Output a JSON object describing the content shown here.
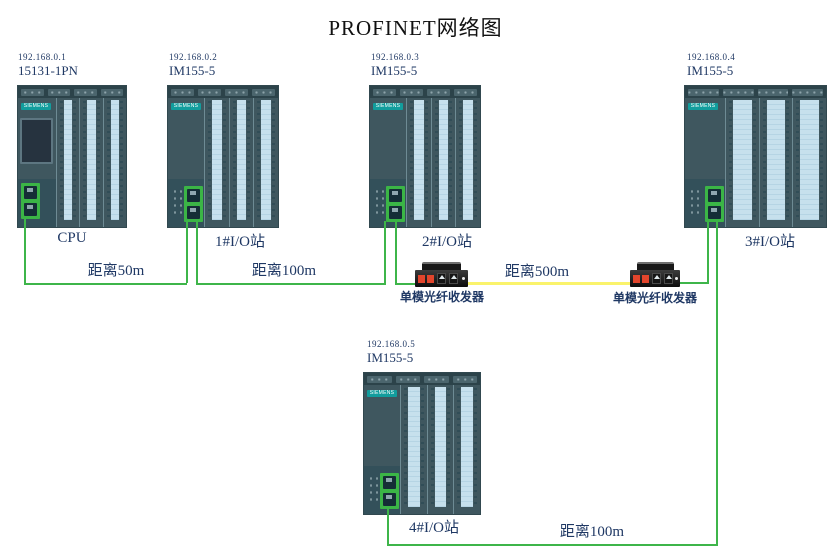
{
  "title": "PROFINET网络图",
  "colors": {
    "line_green": "#3eb54a",
    "line_yellow": "#faf36b",
    "label_navy": "#1f3864",
    "siemens_teal": "#129d9d",
    "port_green": "#3bb546",
    "fiber_port_red": "#e2452c"
  },
  "devices": [
    {
      "ip": "192.168.0.1",
      "model": "15131-1PN",
      "label": "CPU",
      "brand": "SIEMENS"
    },
    {
      "ip": "192.168.0.2",
      "model": "IM155-5",
      "label": "1#I/O站",
      "brand": "SIEMENS"
    },
    {
      "ip": "192.168.0.3",
      "model": "IM155-5",
      "label": "2#I/O站",
      "brand": "SIEMENS"
    },
    {
      "ip": "192.168.0.4",
      "model": "IM155-5",
      "label": "3#I/O站",
      "brand": "SIEMENS"
    },
    {
      "ip": "192.168.0.5",
      "model": "IM155-5",
      "label": "4#I/O站",
      "brand": "SIEMENS"
    }
  ],
  "converters": [
    {
      "label": "单模光纤收发器"
    },
    {
      "label": "单模光纤收发器"
    }
  ],
  "links": [
    {
      "from": "CPU",
      "to": "1#I/O站",
      "label": "距离50m",
      "color": "#3eb54a"
    },
    {
      "from": "1#I/O站",
      "to": "2#I/O站",
      "label": "距离100m",
      "color": "#3eb54a"
    },
    {
      "from": "单模光纤收发器",
      "to": "单模光纤收发器",
      "label": "距离500m",
      "color": "#faf36b"
    },
    {
      "from": "3#I/O站",
      "to": "4#I/O站",
      "label": "距离100m",
      "color": "#3eb54a"
    }
  ]
}
